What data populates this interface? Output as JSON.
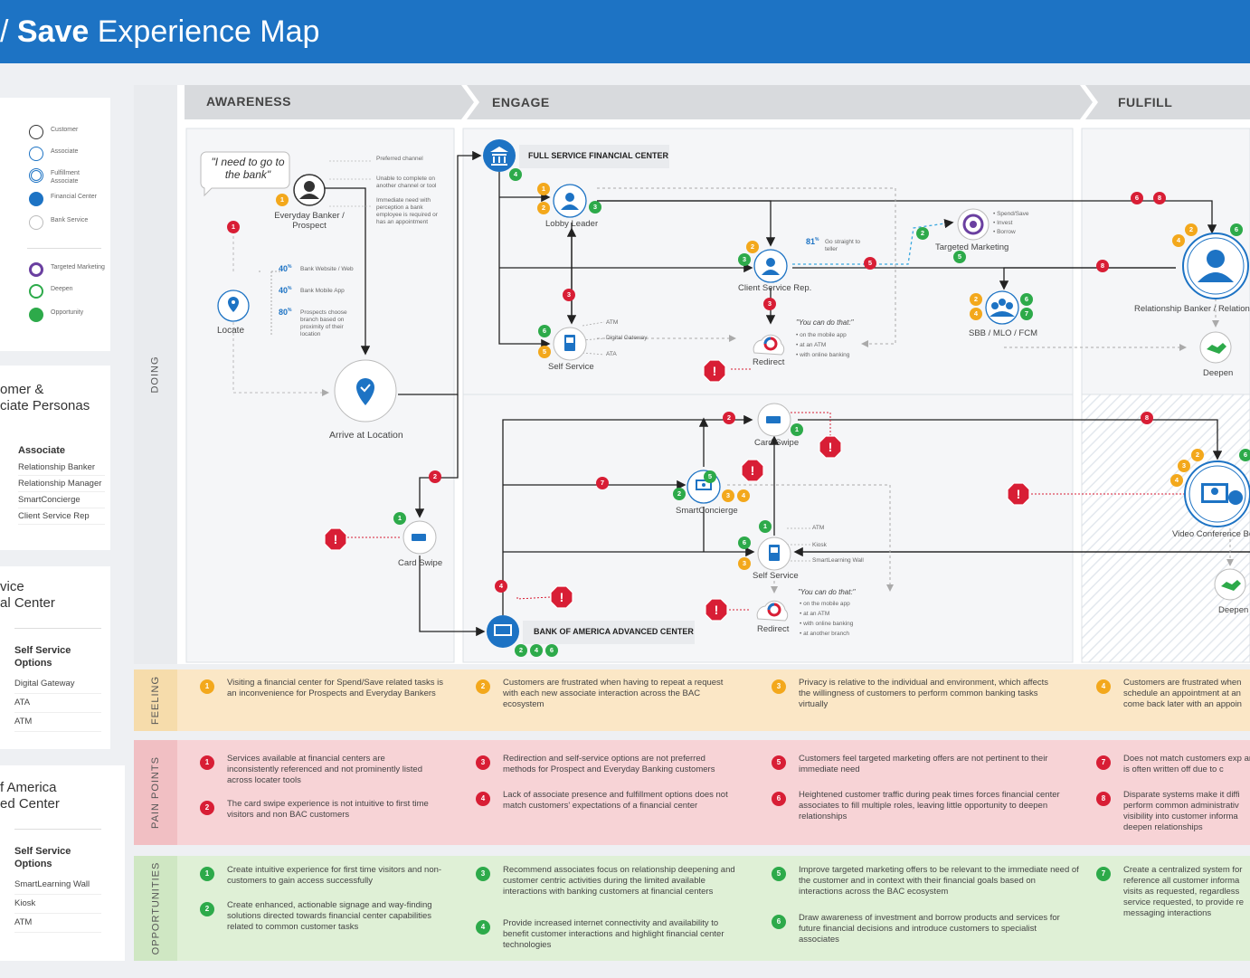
{
  "header": {
    "title_prefix": "/ ",
    "title_bold": "Save",
    "title_rest": " Experience Map"
  },
  "phases": [
    "AWARENESS",
    "ENGAGE",
    "FULFILL"
  ],
  "rows": {
    "doing": "DOING",
    "feeling": "FEELING",
    "pain": "PAIN POINTS",
    "opp": "OPPORTUNITIES"
  },
  "legend": {
    "items": [
      "Customer",
      "Associate",
      "Fulfillment Associate",
      "Financial Center",
      "Bank Service"
    ],
    "icons": [
      "Targeted Marketing",
      "Deepen",
      "Opportunity"
    ]
  },
  "sidebar": {
    "personas_title_1": "omer &",
    "personas_title_2": "ciate Personas",
    "assoc_title": "Associate",
    "assoc": [
      "Relationship Banker",
      "Relationship Manager",
      "SmartConcierge",
      "Client Service Rep"
    ],
    "fsfc_title_1": "vice",
    "fsfc_title_2": "al Center",
    "ss_title": "Self Service Options",
    "ss": [
      "Digital Gateway",
      "ATA",
      "ATM"
    ],
    "bac_title_1": "f America",
    "bac_title_2": "ed Center",
    "ss2_title": "Self Service Options",
    "ss2": [
      "SmartLearning Wall",
      "Kiosk",
      "ATM"
    ]
  },
  "awareness": {
    "quote": "\"I need to go to the bank\"",
    "banker": "Everyday Banker / Prospect",
    "notes": [
      "Preferred channel",
      "Unable to complete on another channel or tool",
      "Immediate need with perception a bank employee is required or has an appointment"
    ],
    "locate": "Locate",
    "stats": [
      {
        "v": "40",
        "u": "%",
        "t": "Bank Website / Web"
      },
      {
        "v": "40",
        "u": "%",
        "t": "Bank Mobile App"
      },
      {
        "v": "80",
        "u": "%",
        "t": "Prospects choose branch based on proximity of their location"
      }
    ],
    "arrive": "Arrive at Location",
    "cardswipe": "Card Swipe"
  },
  "engage": {
    "fsfc": "FULL SERVICE FINANCIAL CENTER",
    "lobby": "Lobby Leader",
    "csr": "Client Service Rep.",
    "csr_stat": "81",
    "csr_stat_u": "%",
    "csr_stat_t": "Go straight to teller",
    "self": "Self Service",
    "self_opts": [
      "ATM",
      "Digital Gateway",
      "ATA"
    ],
    "redirect": "Redirect",
    "youcan": "\"You can do that:\"",
    "youcan_opts": [
      "on the mobile app",
      "at an ATM",
      "with online banking"
    ],
    "tm": "Targeted Marketing",
    "tm_opts": [
      "Spend/Save",
      "Invest",
      "Borrow"
    ],
    "sbb": "SBB / MLO / FCM",
    "cardswipe": "Card Swipe",
    "smart": "SmartConcierge",
    "self2": "Self Service",
    "self2_opts": [
      "ATM",
      "Kiosk",
      "SmartLearning Wall"
    ],
    "redirect2": "Redirect",
    "youcan2": "\"You can do that:\"",
    "youcan2_opts": [
      "on the mobile app",
      "at an ATM",
      "with online banking",
      "at another branch"
    ],
    "bac": "BANK OF AMERICA ADVANCED CENTER"
  },
  "fulfill": {
    "rb": "Relationship Banker / Relations",
    "deepen": "Deepen",
    "vc": "Video Conference Bo",
    "deepen2": "Deepen"
  },
  "feeling": [
    {
      "n": "1",
      "t": "Visiting a financial center for Spend/Save related tasks is an inconvenience for Prospects and Everyday Bankers"
    },
    {
      "n": "2",
      "t": "Customers are frustrated when having to repeat a request with each new associate interaction across the BAC ecosystem"
    },
    {
      "n": "3",
      "t": "Privacy is relative to the individual and environment, which affects the willingness of customers to perform common banking tasks virtually"
    },
    {
      "n": "4",
      "t": "Customers are frustrated when schedule an appointment at an come back later with an appoin"
    }
  ],
  "pain": [
    {
      "n": "1",
      "t": "Services available at financial centers are inconsistently referenced and not prominently listed across locater tools"
    },
    {
      "n": "2",
      "t": "The card swipe experience is not intuitive to first time visitors and non BAC customers"
    },
    {
      "n": "3",
      "t": "Redirection and self-service options are not preferred methods for Prospect and Everyday Banking customers"
    },
    {
      "n": "4",
      "t": "Lack of associate presence and fulfillment options does not match customers' expectations of a financial center"
    },
    {
      "n": "5",
      "t": "Customers feel targeted marketing offers are not pertinent to their immediate need"
    },
    {
      "n": "6",
      "t": "Heightened customer traffic during peak times forces financial center associates to fill multiple roles, leaving little opportunity to deepen relationships"
    },
    {
      "n": "7",
      "t": "Does not match customers exp and is often written off due to c"
    },
    {
      "n": "8",
      "t": "Disparate systems make it diffi perform common administrativ visibility into customer informa deepen relationships"
    }
  ],
  "opp": [
    {
      "n": "1",
      "t": "Create intuitive experience for first time visitors and non-customers to gain access successfully"
    },
    {
      "n": "2",
      "t": "Create enhanced, actionable signage and way-finding solutions directed towards financial center capabilities related to common customer tasks"
    },
    {
      "n": "3",
      "t": "Recommend associates focus on relationship deepening and customer centric activities during the limited available interactions with banking customers at financial centers"
    },
    {
      "n": "4",
      "t": "Provide increased internet connectivity and availability to benefit customer interactions and highlight financial center technologies"
    },
    {
      "n": "5",
      "t": "Improve targeted marketing offers to be relevant to the immediate need of the customer and in context with their financial goals based on interactions across the BAC ecosystem"
    },
    {
      "n": "6",
      "t": "Draw awareness of investment and borrow products and services for future financial decisions and introduce customers to specialist associates"
    },
    {
      "n": "7",
      "t": "Create a centralized system for reference all customer informa visits as requested, regardless service requested, to provide re messaging interactions"
    }
  ],
  "colors": {
    "blue": "#1d73c4",
    "red": "#d81e35",
    "green": "#2daa4a",
    "orange": "#f3a81c",
    "feeling": "#fbe7c6",
    "pain": "#f7d3d6",
    "opp": "#dff0d6"
  }
}
